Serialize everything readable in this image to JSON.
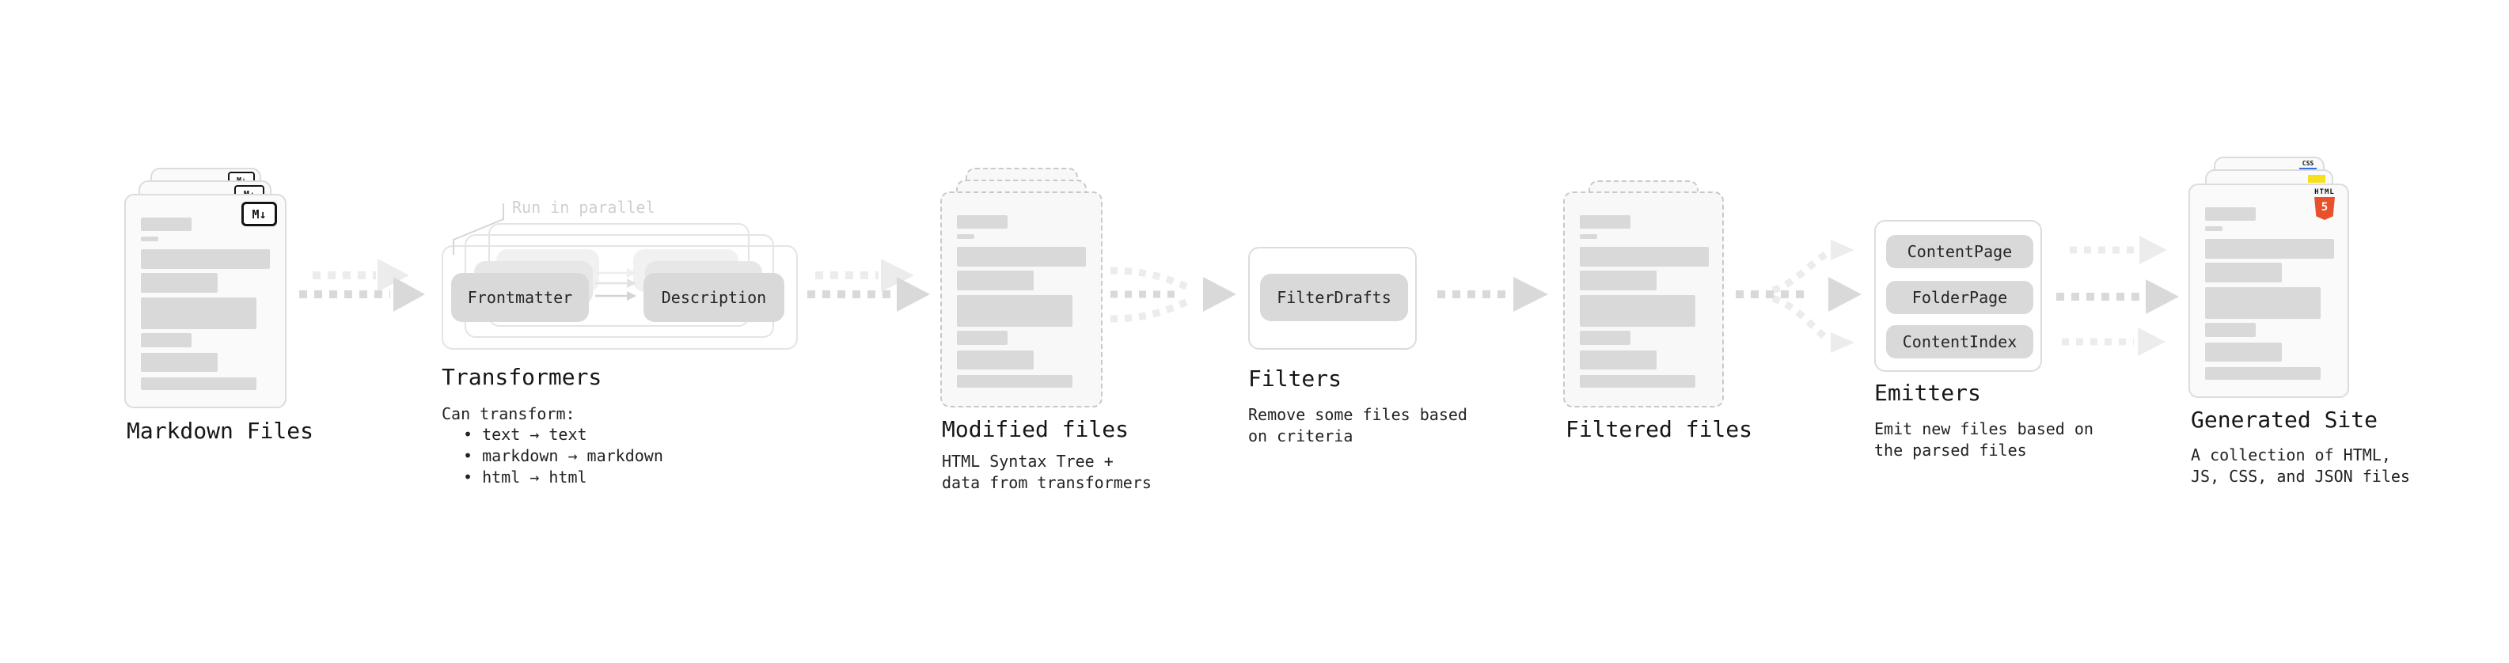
{
  "diagram": {
    "kind": "static-site-generator pipeline",
    "palette": {
      "accent_html5_orange": "#e9512c",
      "accent_js_yellow": "#f7df1e",
      "accent_css_blue": "#2f6fe3",
      "ink": "#1e1e1e",
      "card_gray": "#d9d9d9",
      "muted_note": "#cfcfcf"
    },
    "stages": {
      "markdown": {
        "title": "Markdown Files",
        "icon": "markdown-icon",
        "icon_label": "M↓"
      },
      "transformers": {
        "title": "Transformers",
        "note": "Run in parallel",
        "badge_left": "Frontmatter",
        "badge_right": "Description",
        "desc_heading": "Can transform:",
        "bullets": [
          "• text → text",
          "• markdown → markdown",
          "• html → html"
        ]
      },
      "modified": {
        "title": "Modified files",
        "desc_line1": "HTML Syntax Tree +",
        "desc_line2": "data from transformers"
      },
      "filters": {
        "title": "Filters",
        "badge": "FilterDrafts",
        "desc_line1": "Remove some files based",
        "desc_line2": "on criteria"
      },
      "filtered": {
        "title": "Filtered files"
      },
      "emitters": {
        "title": "Emitters",
        "badges": [
          "ContentPage",
          "FolderPage",
          "ContentIndex"
        ],
        "desc_line1": "Emit new files based on",
        "desc_line2": "the parsed files"
      },
      "generated": {
        "title": "Generated Site",
        "desc_line1": "A collection of HTML,",
        "desc_line2": "JS, CSS, and JSON files",
        "icon_css_label": "CSS",
        "icon_html_label": "HTML",
        "icon_html_number": "5",
        "icon_js": "js-icon"
      }
    }
  }
}
